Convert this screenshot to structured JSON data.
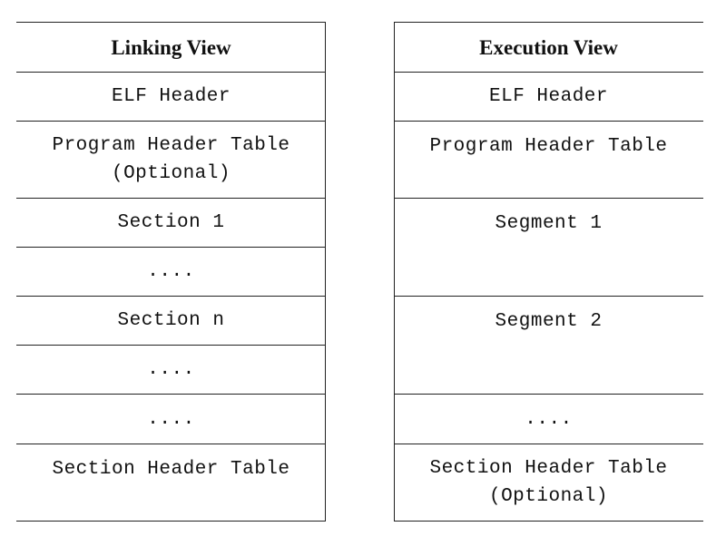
{
  "linking_view": {
    "heading": "Linking View",
    "rows": [
      "ELF Header",
      "Program Header Table",
      "(Optional)",
      "Section 1",
      "....",
      "Section n",
      "....",
      "....",
      "Section Header Table"
    ]
  },
  "execution_view": {
    "heading": "Execution View",
    "rows": [
      "ELF Header",
      "Program Header Table",
      "Segment 1",
      "Segment 2",
      "....",
      "Section Header Table",
      "(Optional)"
    ]
  }
}
